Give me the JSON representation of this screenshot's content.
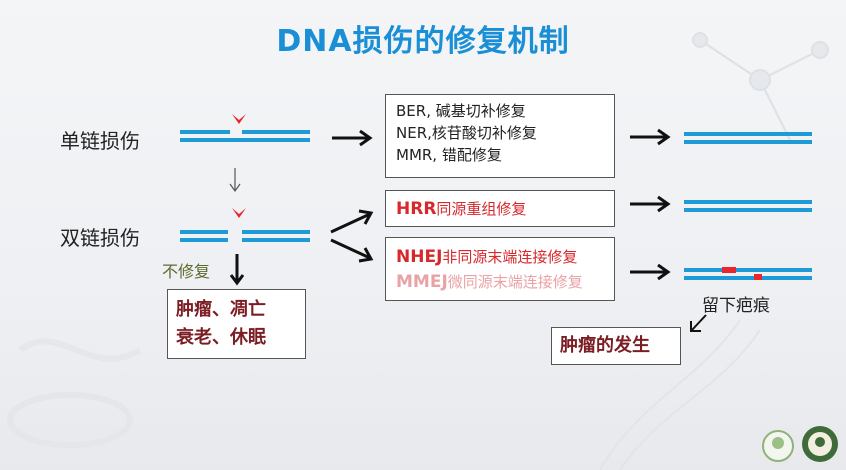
{
  "title": "DNA损伤的修复机制",
  "single_damage": "单链损伤",
  "double_damage": "双链损伤",
  "no_repair": "不修复",
  "repair_box": {
    "line1": "BER, 碱基切补修复",
    "line2": "NER,核苷酸切补修复",
    "line3": "MMR, 错配修复"
  },
  "hrr": {
    "abbr": "HRR",
    "name": "同源重组修复"
  },
  "nhej": {
    "abbr": "NHEJ",
    "name": "非同源末端连接修复"
  },
  "mmej": {
    "abbr": "MMEJ",
    "name": "微同源末端连接修复"
  },
  "outcome_box": {
    "line1": "肿瘤、凋亡",
    "line2": "衰老、休眠"
  },
  "scar_label": "留下疤痕",
  "tumor_label": "肿瘤的发生",
  "colors": {
    "dna": "#1e9ad6",
    "damage": "#e8262b",
    "title": "#1a8fd6"
  }
}
